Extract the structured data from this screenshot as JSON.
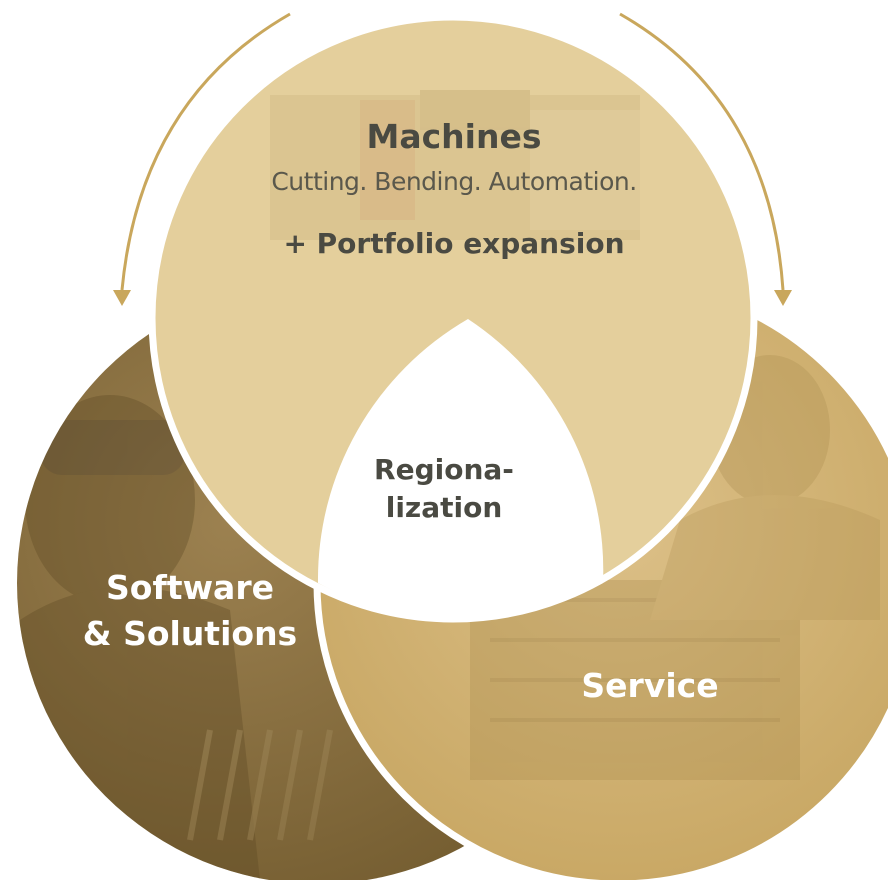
{
  "colors": {
    "machines_circle": "#e4cf9c",
    "software_circle": "#8b7240",
    "service_circle": "#d2b36e",
    "arrow": "#c9a75c",
    "center": "#ffffff",
    "dark_text": "#4a4a42",
    "light_text": "#ffffff"
  },
  "machines": {
    "title": "Machines",
    "subtitle": "Cutting. Bending. Automation.",
    "extra": "+ Portfolio expansion"
  },
  "center": {
    "line1": "Regiona-",
    "line2": "lization"
  },
  "software": {
    "line1": "Software",
    "line2": "& Solutions"
  },
  "service": {
    "label": "Service"
  },
  "icons": {
    "left_arrow": "curved-arrow-down-left",
    "right_arrow": "curved-arrow-down-right"
  }
}
